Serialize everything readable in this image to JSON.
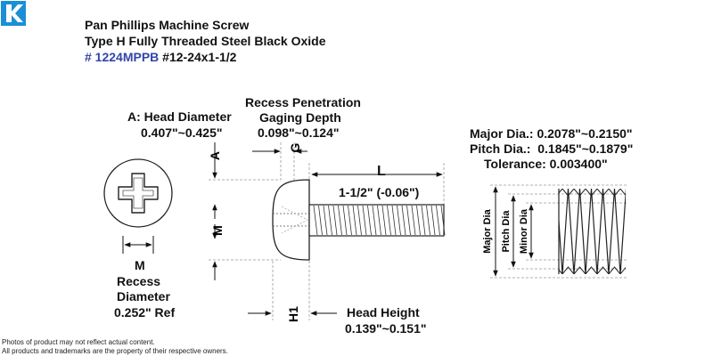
{
  "brand": {
    "accent": "#1a8fd6",
    "logo_icon": "k-logo-icon"
  },
  "title": {
    "line1": "Pan Phillips Machine Screw",
    "line2": "Type H Fully Threaded Steel Black Oxide",
    "part_number": "# 1224MPPB",
    "size": "#12-24x1-1/2",
    "part_number_color": "#3344aa"
  },
  "head_diameter": {
    "label": "A: Head Diameter",
    "value": "0.407\"~0.425\"",
    "letter": "A"
  },
  "recess": {
    "title_line1": "Recess Penetration",
    "title_line2": "Gaging Depth",
    "value": "0.098\"~0.124\"",
    "letter": "G"
  },
  "length": {
    "letter": "L",
    "value": "1-1/2\" (-0.06\")"
  },
  "recess_diameter": {
    "letter": "M",
    "line1": "Recess",
    "line2": "Diameter",
    "value": "0.252\" Ref"
  },
  "head_height": {
    "label": "Head Height",
    "value": "0.139\"~0.151\"",
    "letter": "H1"
  },
  "thread": {
    "major": "Major Dia.: 0.2078\"~0.2150\"",
    "pitch": "Pitch Dia.:  0.1845\"~0.1879\"",
    "tolerance": "Tolerance: 0.003400\"",
    "major_label": "Major Dia",
    "pitch_label": "Pitch Dia",
    "minor_label": "Minor Dia"
  },
  "footer": {
    "line1": "Photos of product may not reflect actual content.",
    "line2": "All products and trademarks are the property of their respective owners."
  }
}
